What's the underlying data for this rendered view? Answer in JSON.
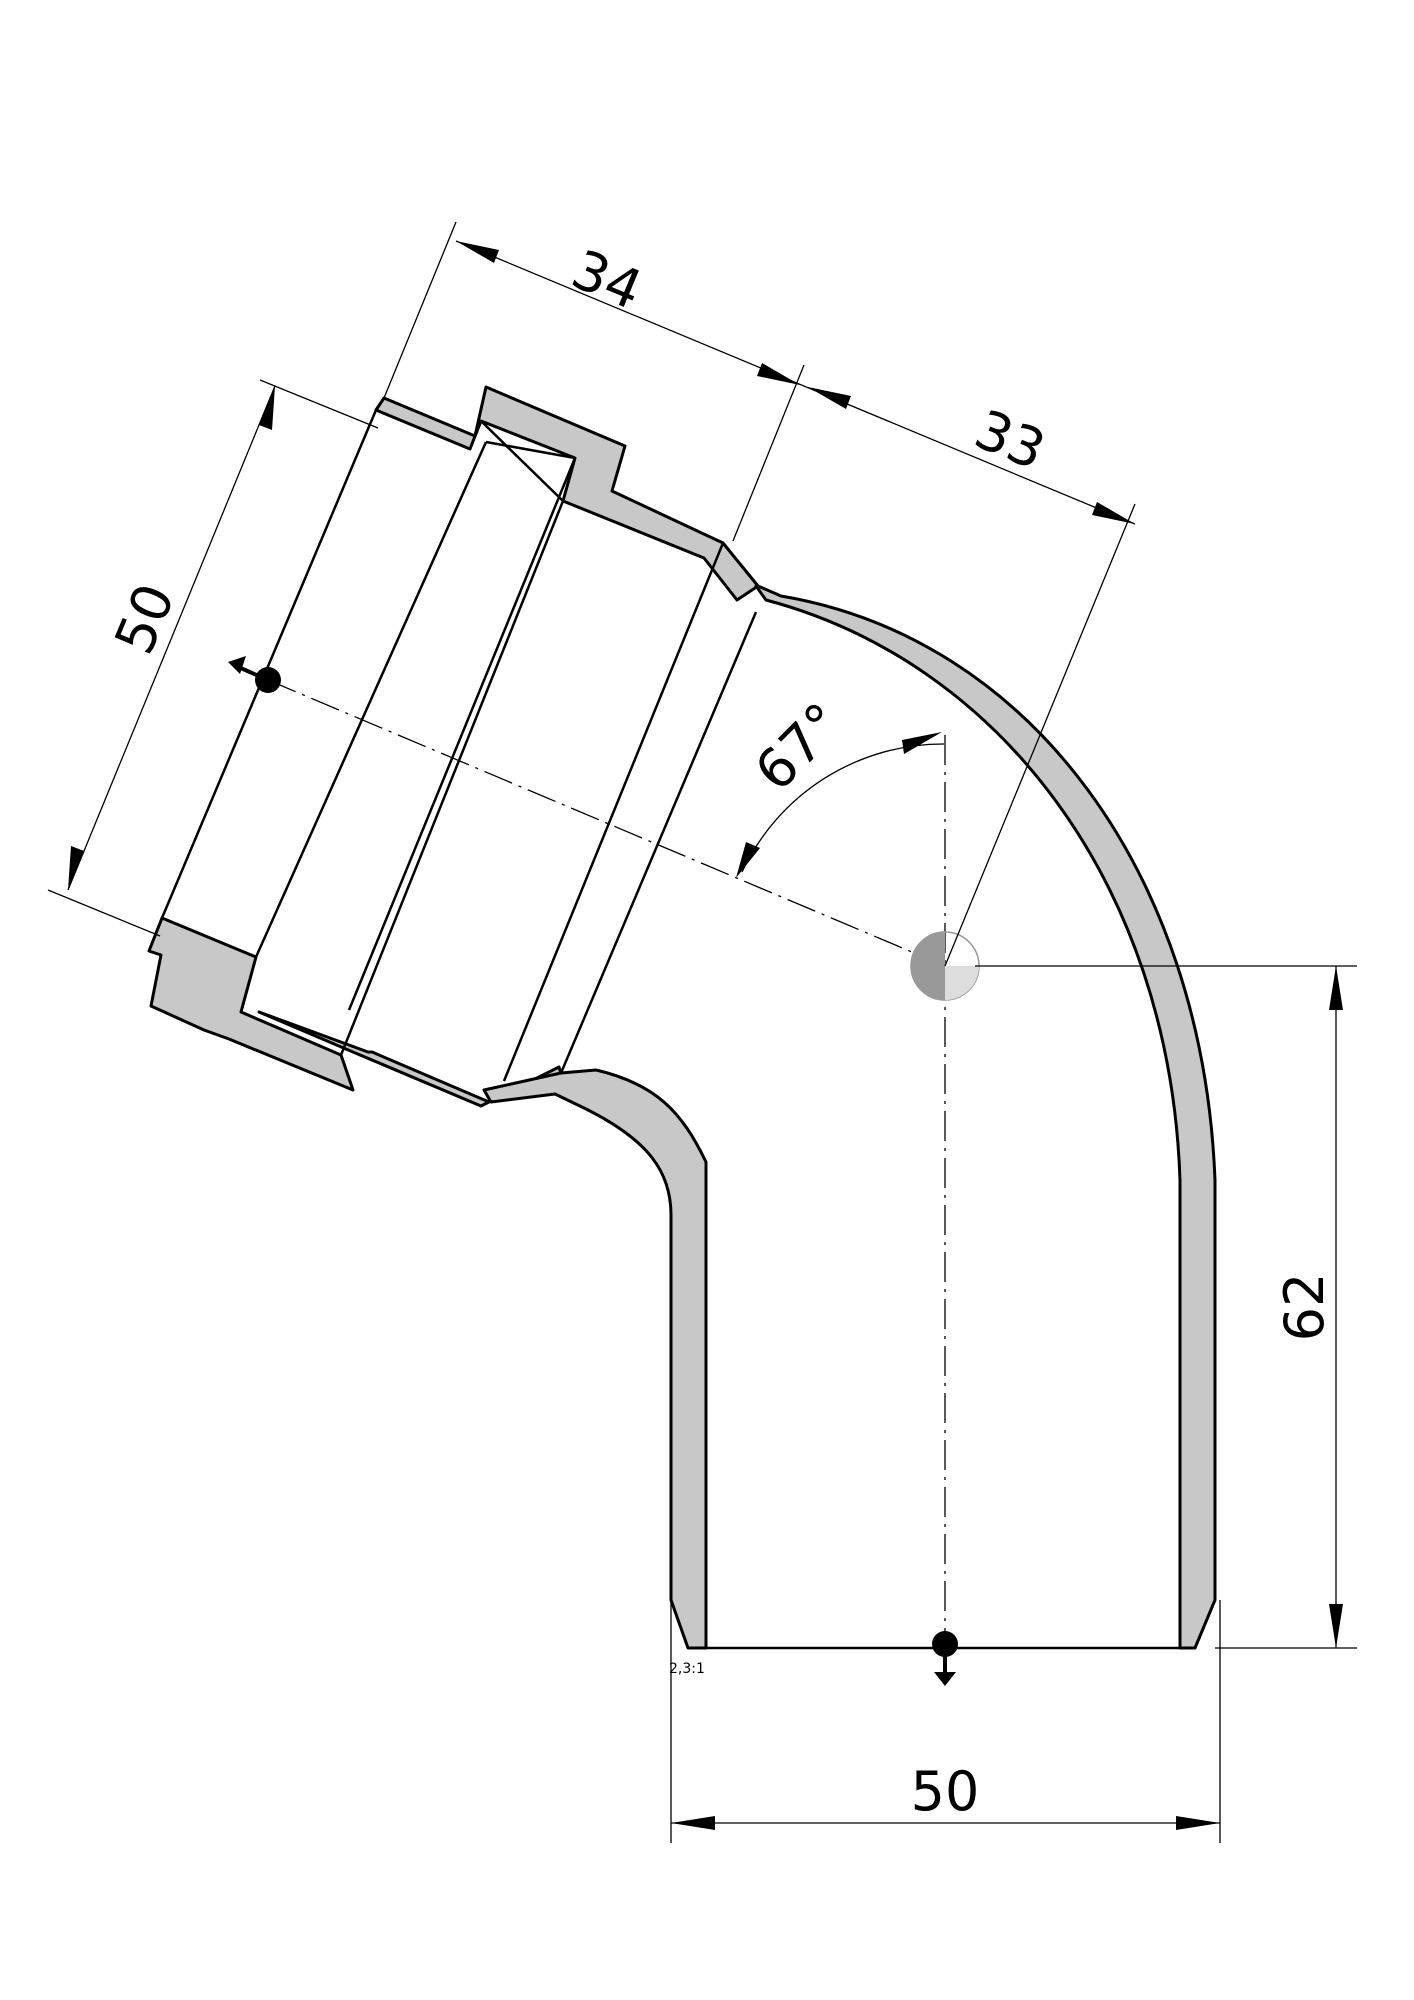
{
  "dimensions": {
    "socket_length": "34",
    "bend_length": "33",
    "socket_diameter": "50",
    "angle": "67°",
    "spigot_length": "62",
    "spigot_diameter": "50"
  },
  "scale": "2,3:1",
  "colors": {
    "wall_fill": "#c8c8c8",
    "line": "#000000",
    "center_marker": "#999999"
  }
}
